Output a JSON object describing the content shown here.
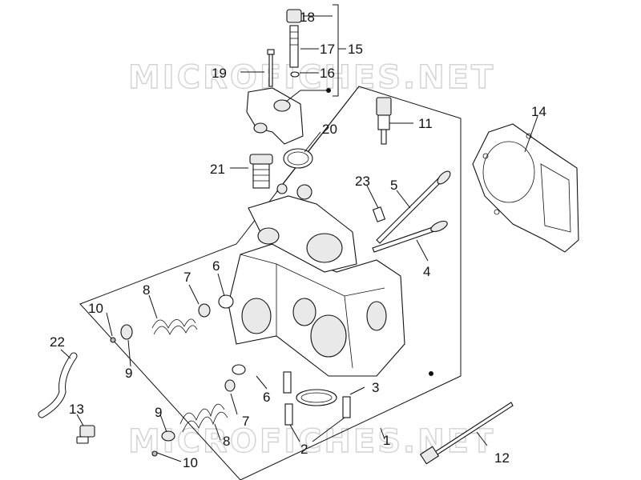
{
  "watermark": "MICROFICHES.NET",
  "callouts": [
    {
      "id": "c1",
      "text": "1"
    },
    {
      "id": "c2",
      "text": "2"
    },
    {
      "id": "c3",
      "text": "3"
    },
    {
      "id": "c4",
      "text": "4"
    },
    {
      "id": "c5",
      "text": "5"
    },
    {
      "id": "c6a",
      "text": "6"
    },
    {
      "id": "c6b",
      "text": "6"
    },
    {
      "id": "c7a",
      "text": "7"
    },
    {
      "id": "c7b",
      "text": "7"
    },
    {
      "id": "c8a",
      "text": "8"
    },
    {
      "id": "c8b",
      "text": "8"
    },
    {
      "id": "c9a",
      "text": "9"
    },
    {
      "id": "c9b",
      "text": "9"
    },
    {
      "id": "c10a",
      "text": "10"
    },
    {
      "id": "c10b",
      "text": "10"
    },
    {
      "id": "c11",
      "text": "11"
    },
    {
      "id": "c12",
      "text": "12"
    },
    {
      "id": "c13",
      "text": "13"
    },
    {
      "id": "c14",
      "text": "14"
    },
    {
      "id": "c15",
      "text": "15"
    },
    {
      "id": "c16",
      "text": "16"
    },
    {
      "id": "c17",
      "text": "17"
    },
    {
      "id": "c18",
      "text": "18"
    },
    {
      "id": "c19",
      "text": "19"
    },
    {
      "id": "c20",
      "text": "20"
    },
    {
      "id": "c21",
      "text": "21"
    },
    {
      "id": "c22",
      "text": "22"
    },
    {
      "id": "c23",
      "text": "23"
    }
  ]
}
